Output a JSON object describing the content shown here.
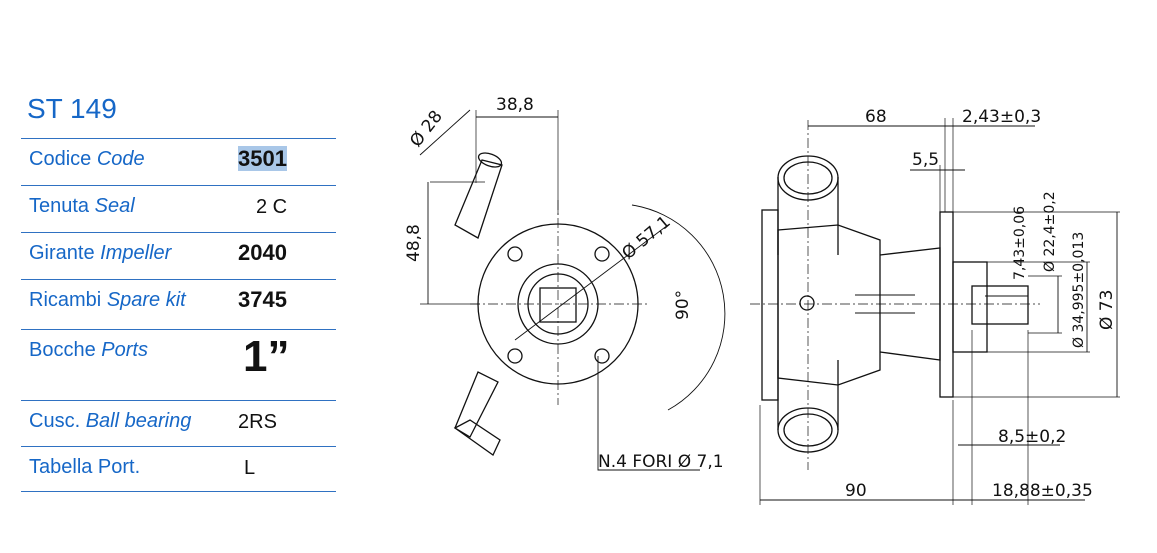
{
  "model": {
    "title": "ST 149"
  },
  "specs": [
    {
      "label_it": "Codice",
      "label_en": "Code",
      "value": "3501"
    },
    {
      "label_it": "Tenuta",
      "label_en": "Seal",
      "value": "2 C"
    },
    {
      "label_it": "Girante",
      "label_en": "Impeller",
      "value": "2040"
    },
    {
      "label_it": "Ricambi",
      "label_en": "Spare kit",
      "value": "3745"
    },
    {
      "label_it": "Bocche",
      "label_en": "Ports",
      "value": "1”"
    },
    {
      "label_it": "Cusc.",
      "label_en": "Ball bearing",
      "value": "2RS"
    },
    {
      "label_it": "Tabella Port.",
      "label_en": "",
      "value": "L"
    }
  ],
  "front_view": {
    "dim_port_diameter": "Ø 28",
    "dim_offset_horizontal": "38,8",
    "dim_offset_vertical": "48,8",
    "dim_bolt_circle": "Ø 57,1",
    "dim_angle": "90°",
    "dim_holes": "N.4 FORI Ø 7,1"
  },
  "side_view": {
    "dim_length_68": "68",
    "dim_tol_243": "2,43±0,3",
    "dim_55": "5,5",
    "dim_743": "7,43±0,06",
    "dim_224": "Ø 22,4±0,2",
    "dim_34995": "Ø 34,995±0,013",
    "dim_73": "Ø 73",
    "dim_85": "8,5±0,2",
    "dim_90": "90",
    "dim_1888": "18,88±0,35"
  }
}
